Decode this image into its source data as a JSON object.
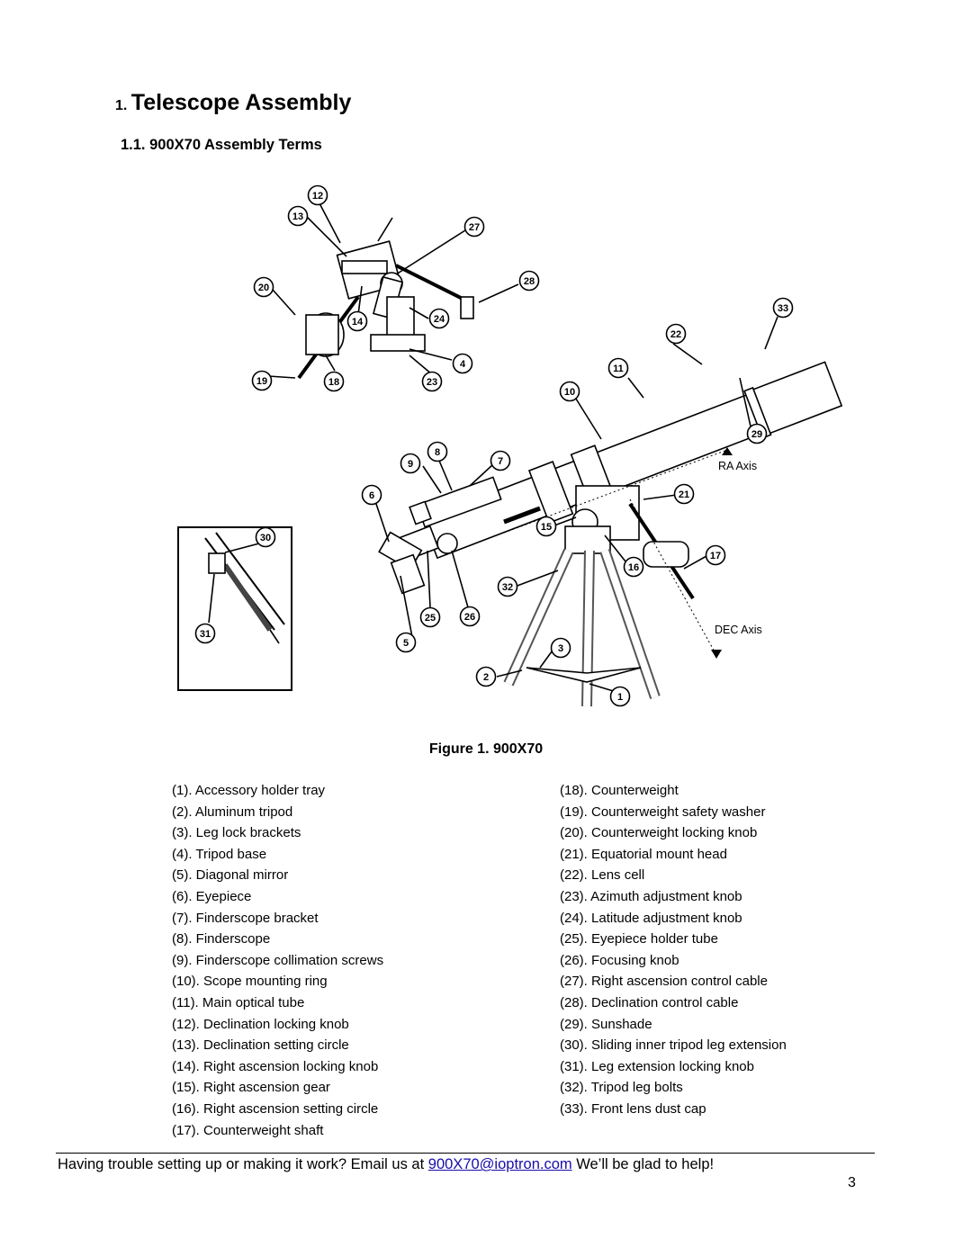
{
  "section": {
    "number": "1.",
    "title": "Telescope Assembly"
  },
  "subsection": {
    "title": "1.1. 900X70 Assembly Terms"
  },
  "figure": {
    "caption": "Figure 1. 900X70",
    "axis_labels": {
      "ra": "RA Axis",
      "dec": "DEC Axis"
    },
    "callouts": [
      "1",
      "2",
      "3",
      "4",
      "5",
      "6",
      "7",
      "8",
      "9",
      "10",
      "11",
      "12",
      "13",
      "14",
      "15",
      "16",
      "17",
      "18",
      "19",
      "20",
      "21",
      "22",
      "23",
      "24",
      "25",
      "26",
      "27",
      "28",
      "29",
      "30",
      "31",
      "32",
      "33"
    ]
  },
  "parts_left": [
    "(1). Accessory holder tray",
    "(2). Aluminum tripod",
    "(3). Leg lock brackets",
    "(4). Tripod base",
    "(5). Diagonal mirror",
    "(6). Eyepiece",
    "(7). Finderscope bracket",
    "(8). Finderscope",
    "(9). Finderscope collimation screws",
    "(10). Scope mounting ring",
    "(11). Main optical tube",
    "(12). Declination locking knob",
    "(13). Declination setting circle",
    "(14). Right ascension locking knob",
    "(15). Right ascension gear",
    "(16). Right ascension setting circle",
    "(17). Counterweight shaft"
  ],
  "parts_right": [
    "(18). Counterweight",
    "(19). Counterweight safety washer",
    "(20). Counterweight locking knob",
    "(21). Equatorial mount head",
    "(22). Lens cell",
    "(23). Azimuth adjustment knob",
    "(24). Latitude adjustment knob",
    "(25). Eyepiece holder tube",
    "(26). Focusing knob",
    "(27). Right ascension control cable",
    "(28). Declination control cable",
    "(29). Sunshade",
    "(30). Sliding inner tripod leg extension",
    "(31). Leg extension locking knob",
    "(32). Tripod leg bolts",
    "(33). Front lens dust cap"
  ],
  "footer": {
    "prefix": "Having trouble setting up or making it work? Email us at ",
    "email": "900X70@ioptron.com",
    "suffix": "  We’ll be glad to help!"
  },
  "page_number": "3"
}
